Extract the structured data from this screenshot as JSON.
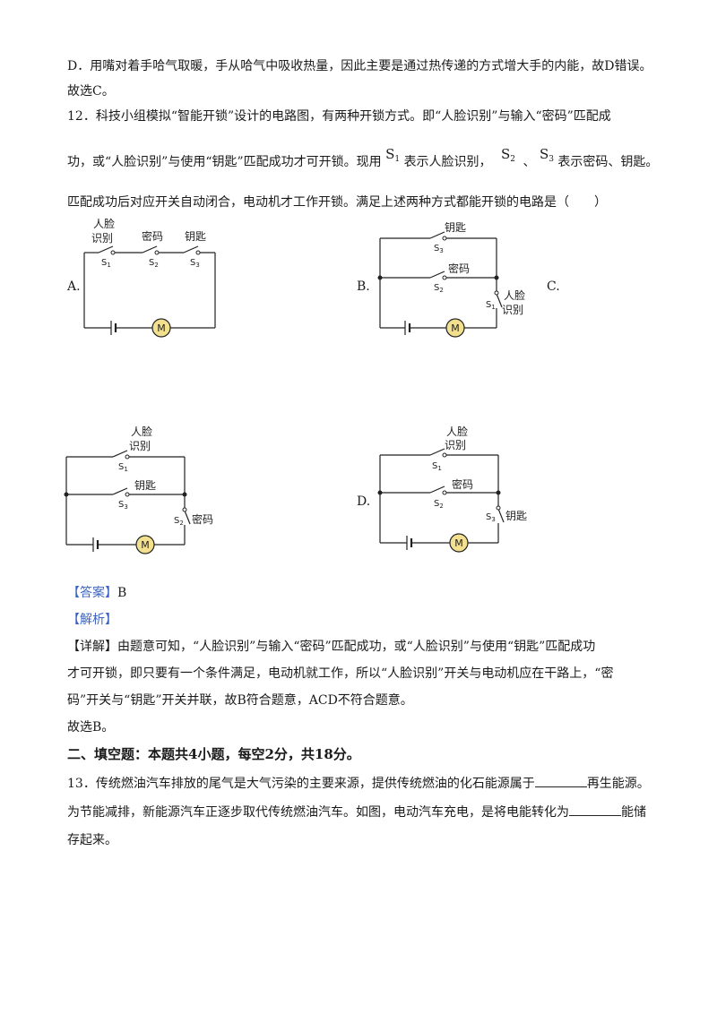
{
  "page": {
    "line_d": "D．用嘴对着手哈气取暖，手从哈气中吸收热量，因此主要是通过热传递的方式增大手的内能，故D错误。",
    "line_choose_c": "故选C。",
    "q12_line1": "12．科技小组模拟“智能开锁”设计的电路图，有两种开锁方式。即“人脸识别”与输入“密码”匹配成",
    "q12_line2_a": "功，或“人脸识别”与使用“钥匙”匹配成功才可开锁。现用",
    "q12_line2_b": "表示人脸识别，",
    "q12_line2_c": "、",
    "q12_line2_d": "表示密码、钥匙。",
    "q12_line3": "匹配成功后对应开关自动闭合，电动机才工作开锁。满足上述两种方式都能开锁的电路是（　　）",
    "s1": "S",
    "s1_sub": "1",
    "s2": "S",
    "s2_sub": "2",
    "s3": "S",
    "s3_sub": "3",
    "options": {
      "a": "A.",
      "b": "B.",
      "c": "C.",
      "d": "D."
    },
    "answer_label": "【答案】",
    "answer_value": "B",
    "analysis_label": "【解析】",
    "detail_line1": "【详解】由题意可知，“人脸识别”与输入“密码”匹配成功，或“人脸识别”与使用“钥匙”匹配成功",
    "detail_line2": "才可开锁，即只要有一个条件满足，电动机就工作，所以“人脸识别”开关与电动机应在干路上，“密",
    "detail_line3": "码”开关与“钥匙”开关并联，故B符合题意，ACD不符合题意。",
    "line_choose_b": "故选B。",
    "section_title": "二、填空题：本题共4小题，每空2分，共18分。",
    "q13_line1_a": "13．传统燃油汽车排放的尾气是大气污染的主要来源，提供传统燃油的化石能源属于",
    "q13_line1_b": "再生能源。",
    "q13_line2_a": "为节能减排，新能源汽车正逐步取代传统燃油汽车。如图，电动汽车充电，是将电能转化为",
    "q13_line2_b": "能储",
    "q13_line3": "存起来。"
  },
  "circuit_labels": {
    "face_1": "人脸",
    "face_2": "识别",
    "face_inline": "人脸识别",
    "password": "密码",
    "key": "钥匙",
    "motor": "M",
    "s1": "S",
    "s1_sub": "1",
    "s2": "S",
    "s2_sub": "2",
    "s3": "S",
    "s3_sub": "3"
  },
  "colors": {
    "motor_fill": "#f3e08f",
    "answer_blue": "#3b63c4"
  }
}
